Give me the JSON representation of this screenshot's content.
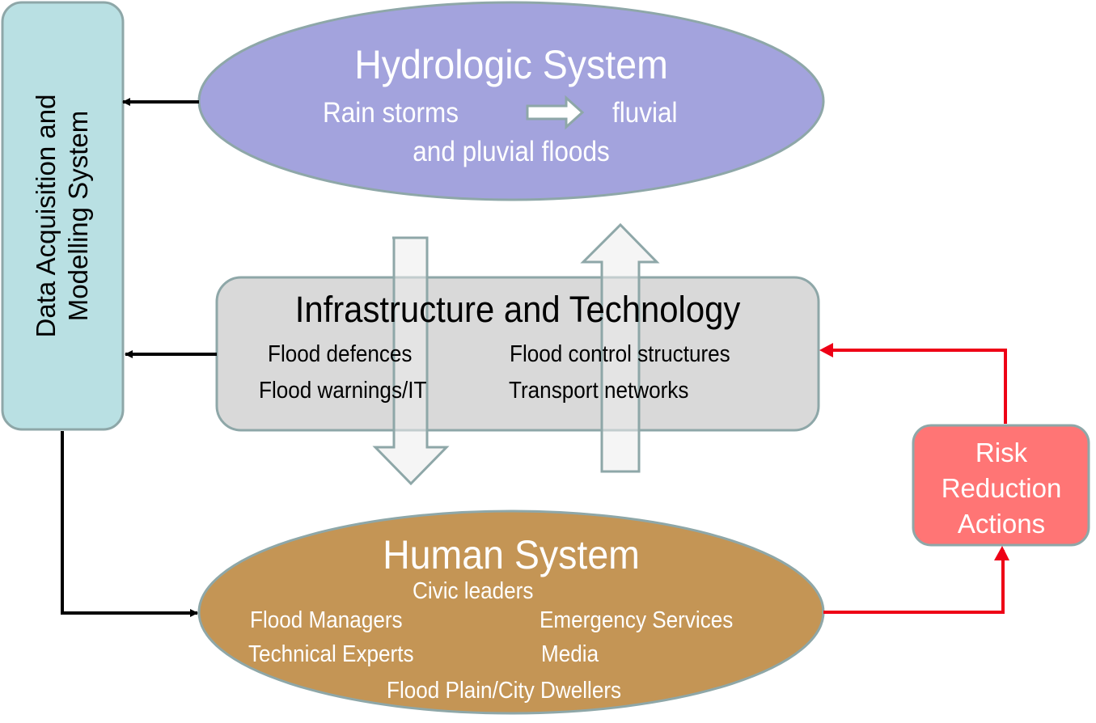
{
  "colors": {
    "hydrologic_fill": "#a3a3dd",
    "infrastructure_fill": "#d9d9d9",
    "data_box_fill": "#b9e0e3",
    "human_fill": "#c49555",
    "risk_fill": "#ff7575",
    "outline": "#8ea7a8",
    "connector_black": "#000000",
    "connector_red": "#ee0016",
    "flow_arrow_fill": "#ececec"
  },
  "data_system": {
    "line1": "Data Acquisition and",
    "line2": "Modelling System"
  },
  "hydrologic": {
    "title": "Hydrologic System",
    "line1_left": "Rain storms",
    "line1_right": "fluvial",
    "line2": "and pluvial floods",
    "inline_arrow_icon": "right-block-arrow"
  },
  "infrastructure": {
    "title": "Infrastructure and Technology",
    "items": [
      "Flood defences",
      "Flood control structures",
      "Flood warnings/IT",
      "Transport networks"
    ]
  },
  "human": {
    "title": "Human System",
    "items": [
      "Civic leaders",
      "Flood Managers",
      "Emergency Services",
      "Technical Experts",
      "Media",
      "Flood Plain/City Dwellers"
    ]
  },
  "risk": {
    "line1": "Risk",
    "line2": "Reduction",
    "line3": "Actions"
  }
}
